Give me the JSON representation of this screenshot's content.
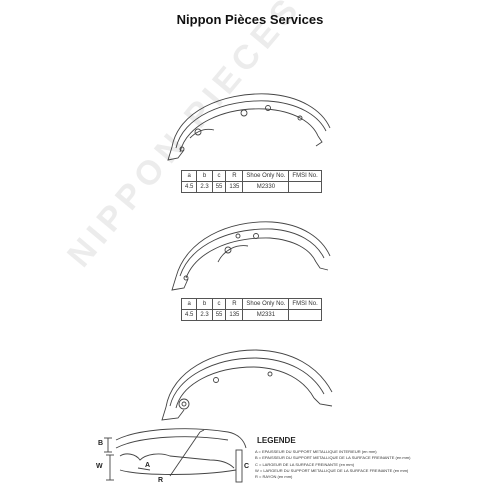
{
  "title": "Nippon Pièces Services",
  "watermark": "NIPPON PIECES SERVICES",
  "tables": [
    {
      "headers": [
        "a",
        "b",
        "c",
        "R",
        "Shoe Only No.",
        "FMSI No."
      ],
      "values": [
        "4.5",
        "2.3",
        "55",
        "135",
        "M2330",
        ""
      ]
    },
    {
      "headers": [
        "a",
        "b",
        "c",
        "R",
        "Shoe Only No.",
        "FMSI No."
      ],
      "values": [
        "4.5",
        "2.3",
        "55",
        "135",
        "M2331",
        ""
      ]
    }
  ],
  "dimension_labels": {
    "b": "B",
    "w": "W",
    "a": "A",
    "c": "C",
    "r": "R"
  },
  "legend": {
    "title": "LEGENDE",
    "items": [
      "A = EPAISSEUR DU SUPPORT METALLIQUE INTERIEUR (en mm)",
      "B = EPAISSEUR DU SUPPORT METALLIQUE DE LA SURFACE FREINANTE (en mm)",
      "C = LARGEUR DE LA SURFACE FREINANTE (en mm)",
      "W = LARGEUR DU SUPPORT METALLIQUE DE LA SURFACE FREINANTE (en mm)",
      "R = RAYON (en mm)"
    ]
  }
}
